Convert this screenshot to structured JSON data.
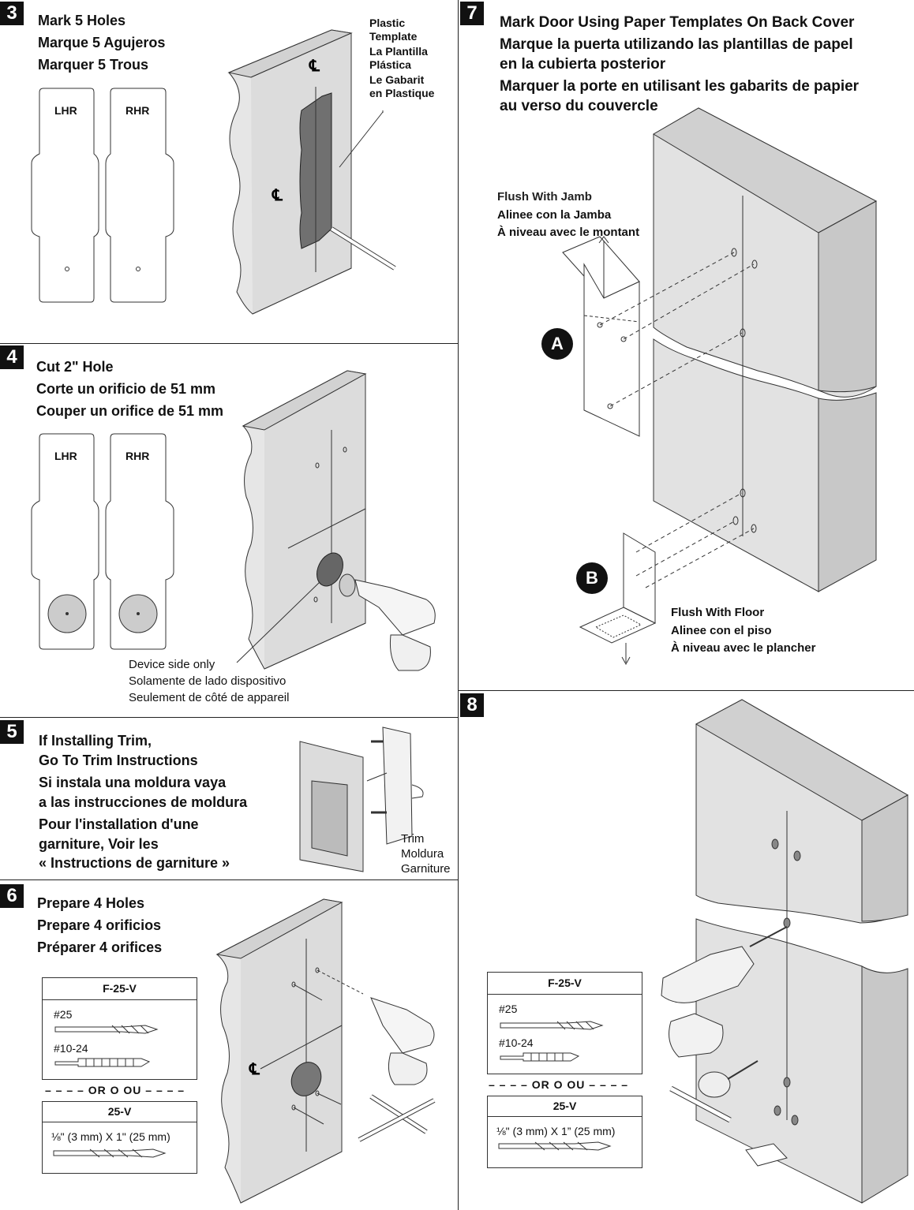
{
  "step3": {
    "number": "3",
    "lines": [
      "Mark 5 Holes",
      "Marque 5 Agujeros",
      "Marquer  5 Trous"
    ],
    "templates": {
      "lhr": "LHR",
      "rhr": "RHR"
    },
    "callout": [
      "Plastic",
      "Template",
      "La Plantilla",
      "Plástica",
      "Le Gabarit",
      "en Plastique"
    ]
  },
  "step4": {
    "number": "4",
    "lines": [
      "Cut 2\" Hole",
      "Corte un orificio de 51 mm",
      "Couper un orifice de 51 mm"
    ],
    "templates": {
      "lhr": "LHR",
      "rhr": "RHR"
    },
    "note": [
      "Device side only",
      "Solamente de lado dispositivo",
      "Seulement de côté de appareil"
    ]
  },
  "step5": {
    "number": "5",
    "lines": [
      "If Installing Trim,",
      "Go To Trim Instructions",
      "Si instala una moldura vaya",
      "a las instrucciones de moldura",
      "Pour l'installation d'une",
      "garniture, Voir les",
      "« Instructions de garniture »"
    ],
    "trim_label": [
      "Trim",
      "Moldura",
      "Garniture"
    ]
  },
  "step6": {
    "number": "6",
    "lines": [
      "Prepare 4 Holes",
      "Prepare 4 orificios",
      "Préparer 4 orifices"
    ],
    "box1": {
      "title": "F-25-V",
      "drill1": "#25",
      "drill2": "#10-24"
    },
    "or": "OR  O  OU",
    "box2": {
      "title": "25-V",
      "size": "⅛\" (3 mm) X 1\" (25 mm)"
    }
  },
  "step7": {
    "number": "7",
    "lines": [
      "Mark Door Using Paper Templates On Back Cover",
      "Marque la puerta utilizando las plantillas de papel",
      "en la cubierta posterior",
      "Marquer la porte en utilisant les gabarits de papier",
      "au verso du couvercle"
    ],
    "jamb": [
      "Flush With Jamb",
      "Alinee con la Jamba",
      "À niveau avec le montant"
    ],
    "floor": [
      "Flush With Floor",
      "Alinee con el piso",
      "À niveau avec le plancher"
    ],
    "marker_a": "A",
    "marker_b": "B"
  },
  "step8": {
    "number": "8",
    "box1": {
      "title": "F-25-V",
      "drill1": "#25",
      "drill2": "#10-24"
    },
    "or": "OR  O  OU",
    "box2": {
      "title": "25-V",
      "size": "⅛\" (3 mm) X 1” (25 mm)"
    }
  },
  "centerline_symbol": "℄"
}
